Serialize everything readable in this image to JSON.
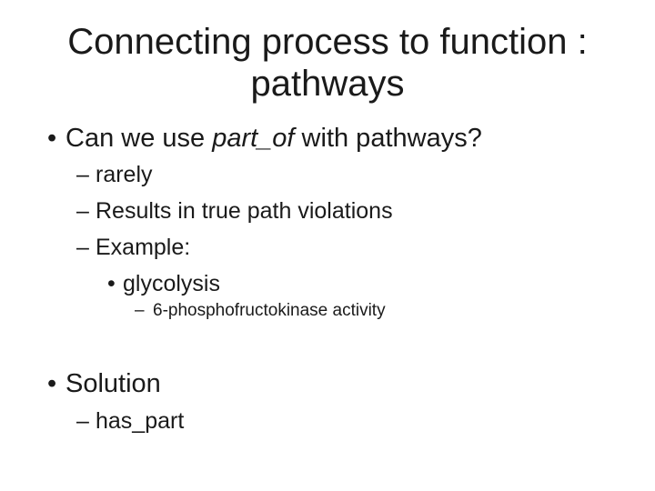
{
  "slide": {
    "colors": {
      "background": "#ffffff",
      "text": "#1a1a1a"
    },
    "title": {
      "line1": "Connecting process to function :",
      "line2": "pathways"
    },
    "question": {
      "marker": "•",
      "pre": "Can we use ",
      "italic": "part_of",
      "post": " with pathways?"
    },
    "items": [
      {
        "marker": "–",
        "text": "rarely"
      },
      {
        "marker": "–",
        "text": "Results in true path violations"
      },
      {
        "marker": "–",
        "text": "Example:"
      },
      {
        "marker": "•",
        "text": "glycolysis"
      },
      {
        "marker": "–",
        "text": "6-phosphofructokinase activity"
      },
      {
        "marker": "•",
        "text": "Solution"
      },
      {
        "marker": "–",
        "text": "has_part"
      }
    ]
  }
}
